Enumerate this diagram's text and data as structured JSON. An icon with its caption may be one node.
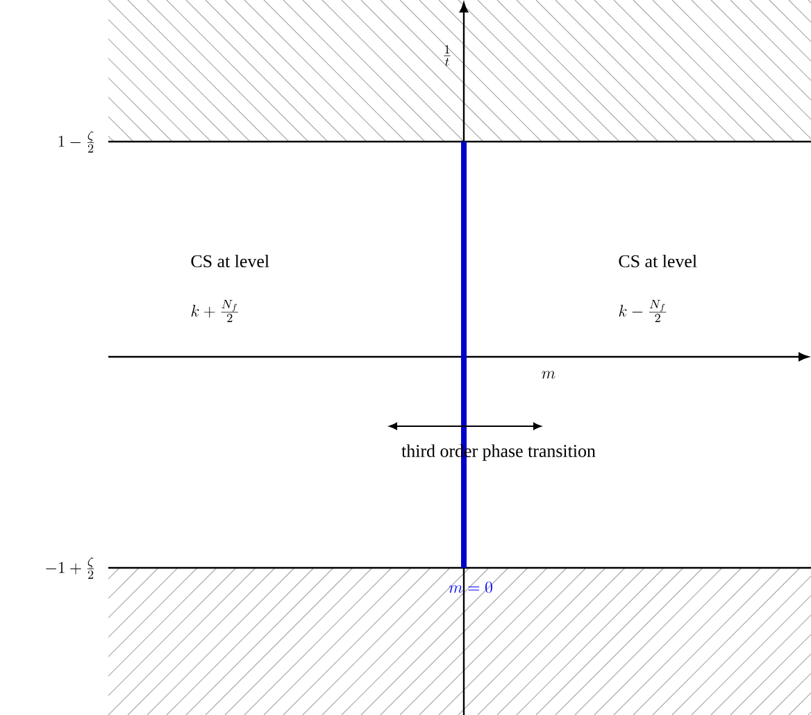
{
  "diagram": {
    "labels": [
      "\\frac{1}{t}",
      "1-\\frac{\\zeta}{2}",
      "CS at level",
      "CS at level",
      "k+\\frac{N_f}{2}",
      "k-\\frac{N_f}{2}",
      "m",
      "third order phase transition",
      "-1+\\frac{\\zeta}{2}",
      "m=0"
    ]
  }
}
